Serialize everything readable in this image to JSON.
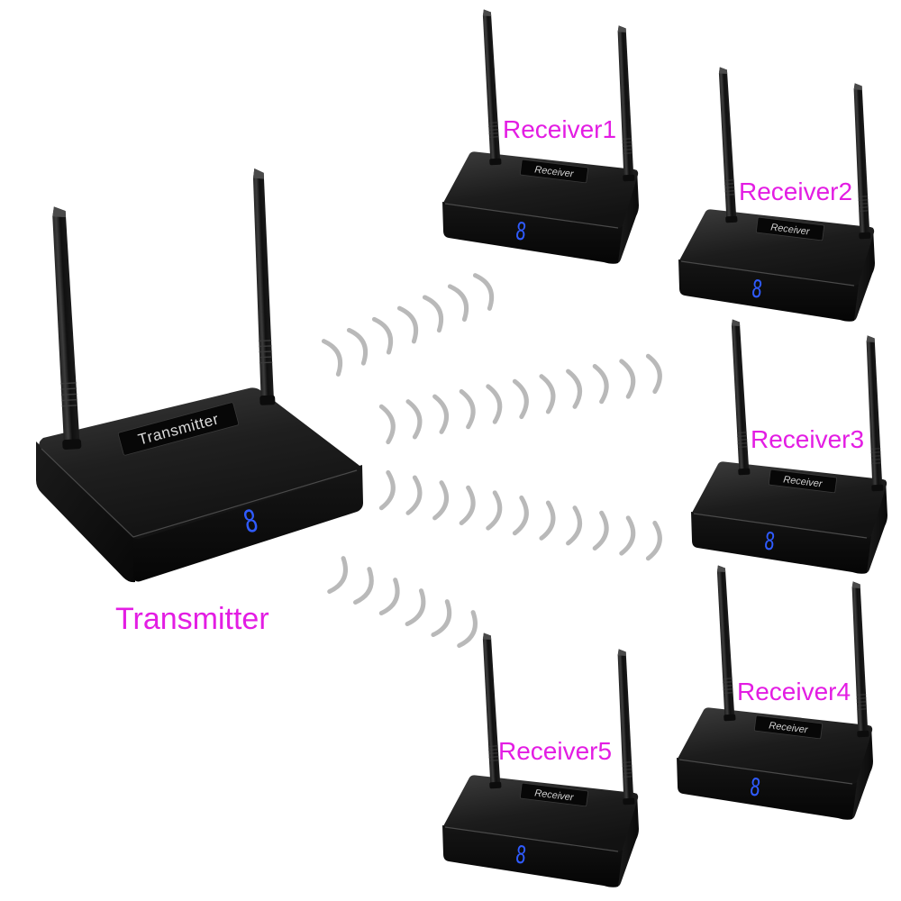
{
  "transmitter": {
    "caption": "Transmitter",
    "faceplate": "Transmitter",
    "display": "8"
  },
  "receivers": [
    {
      "caption": "Receiver1",
      "faceplate": "Receiver",
      "display": "8"
    },
    {
      "caption": "Receiver2",
      "faceplate": "Receiver",
      "display": "8"
    },
    {
      "caption": "Receiver3",
      "faceplate": "Receiver",
      "display": "8"
    },
    {
      "caption": "Receiver4",
      "faceplate": "Receiver",
      "display": "8"
    },
    {
      "caption": "Receiver5",
      "faceplate": "Receiver",
      "display": "8"
    }
  ],
  "colors": {
    "caption": "#e31de3",
    "display": "#2f5bff",
    "signal": "#b9b9b9"
  }
}
